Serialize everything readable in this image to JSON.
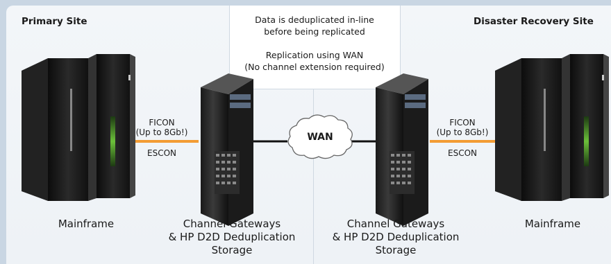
{
  "sites": {
    "primary": "Primary Site",
    "dr": "Disaster Recovery Site"
  },
  "notes": {
    "dedup_line1": "Data is deduplicated in-line",
    "dedup_line2": "before being replicated",
    "wan_line1": "Replication using WAN",
    "wan_line2": "(No channel extension required)"
  },
  "connections": {
    "left_ficon": "FICON",
    "left_speed": "(Up to 8Gb!)",
    "left_escon": "ESCON",
    "right_ficon": "FICON",
    "right_speed": "(Up to 8Gb!)",
    "right_escon": "ESCON",
    "wan": "WAN"
  },
  "devices": {
    "left_mainframe": "Mainframe",
    "left_gateway_line1": "Channel Gateways",
    "left_gateway_line2": "& HP D2D Deduplication",
    "left_gateway_line3": "Storage",
    "right_gateway_line1": "Channel Gateways",
    "right_gateway_line2": "& HP D2D Deduplication",
    "right_gateway_line3": "Storage",
    "right_mainframe": "Mainframe"
  },
  "colors": {
    "ficon_link": "#f39c34",
    "wan_link": "#111111",
    "mainframe_accent": "#6bbf3a"
  }
}
